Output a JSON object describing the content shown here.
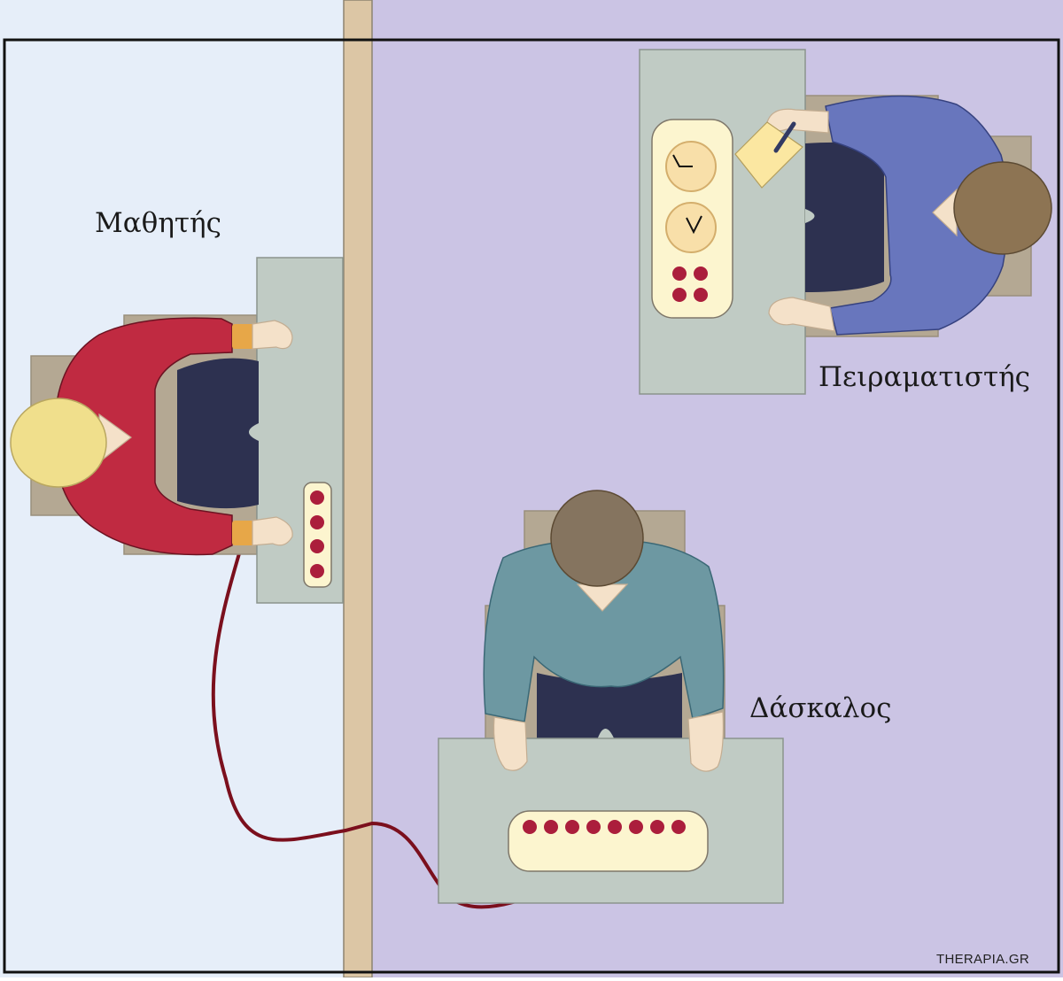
{
  "labels": {
    "learner": "Μαθητής",
    "experimenter": "Πειραματιστής",
    "teacher": "Δάσκαλος"
  },
  "watermark": "THERAPIA.GR",
  "colors": {
    "learner_room": "#e6eef9",
    "teacher_room": "#cbc4e4",
    "wall": "#dcc6a5",
    "table": "#c0cbc4",
    "chair": "#b4a893",
    "panel": "#fcf5cf",
    "button": "#ab1e3c",
    "wire": "#7b0f1d",
    "learner_shirt": "#c02a41",
    "experimenter_shirt": "#6876bd",
    "teacher_shirt": "#6d98a2",
    "pants": "#2d3150",
    "skin": "#f4e1c9",
    "blond_hair": "#f0df8c",
    "brown_hair": "#8d7453",
    "clipboard": "#fbe7a1"
  }
}
